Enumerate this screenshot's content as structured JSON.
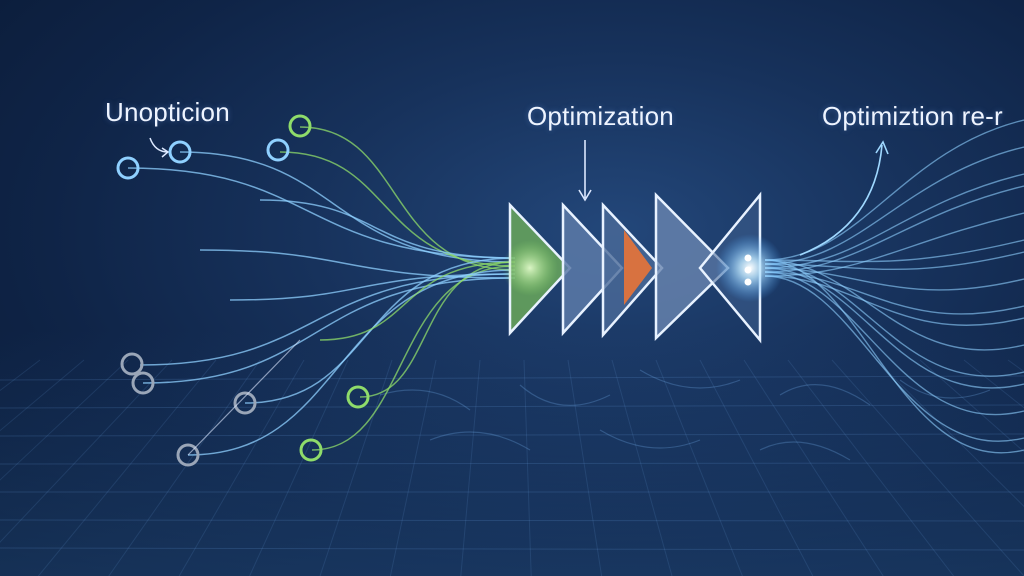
{
  "labels": {
    "left": "Unopticion",
    "center": "Optimization",
    "right": "Optimiztion re-r"
  },
  "colors": {
    "background": "#17325c",
    "line_blue": "#8fd0ff",
    "line_green": "#8fdc6a",
    "node_gray": "#9aa6b8",
    "triangle_green": "#6aa85a",
    "triangle_slate": "#5c7aa8",
    "triangle_orange": "#e0733c",
    "glow": "#bfe8ff"
  },
  "icons": [
    "node-circle-icon",
    "arrow-icon",
    "triangle-stage-icon"
  ]
}
